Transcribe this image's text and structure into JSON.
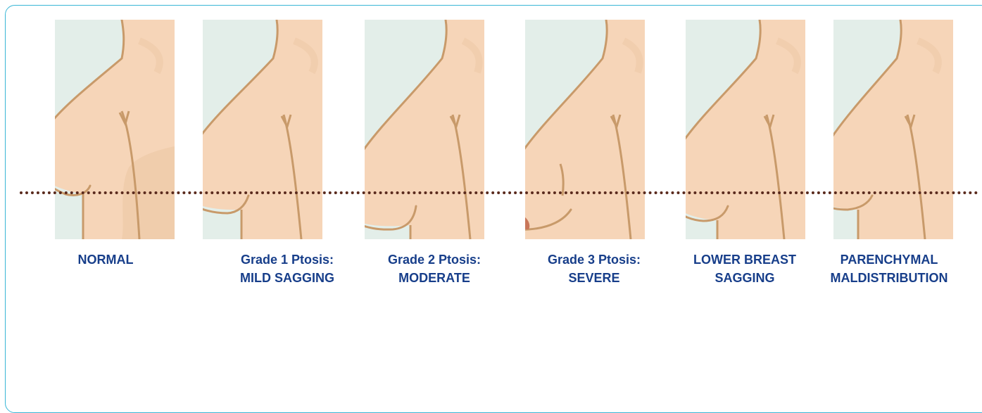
{
  "colors": {
    "frame": "#39b6d6",
    "background_panel": "#e3eee9",
    "skin": "#f6d5b8",
    "skin_shadow": "#efcaa9",
    "outline": "#c89a6a",
    "areola": "#c9775a",
    "nipple_line": "#5a2a1d",
    "caption": "#173e8a"
  },
  "panels": [
    {
      "id": "normal",
      "droop": 0,
      "label_line1": "NORMAL",
      "label_line2": ""
    },
    {
      "id": "grade1",
      "droop": 1,
      "label_line1": "Grade 1 Ptosis:",
      "label_line2": "MILD SAGGING"
    },
    {
      "id": "grade2",
      "droop": 2,
      "label_line1": "Grade 2 Ptosis:",
      "label_line2": "MODERATE"
    },
    {
      "id": "grade3",
      "droop": 3,
      "label_line1": "Grade 3 Ptosis:",
      "label_line2": "SEVERE"
    },
    {
      "id": "lower",
      "droop": 1.5,
      "label_line1": "LOWER BREAST",
      "label_line2": "SAGGING"
    },
    {
      "id": "parenchymal",
      "droop": 0.6,
      "label_line1": "PARENCHYMAL",
      "label_line2": "MALDISTRIBUTION"
    }
  ]
}
